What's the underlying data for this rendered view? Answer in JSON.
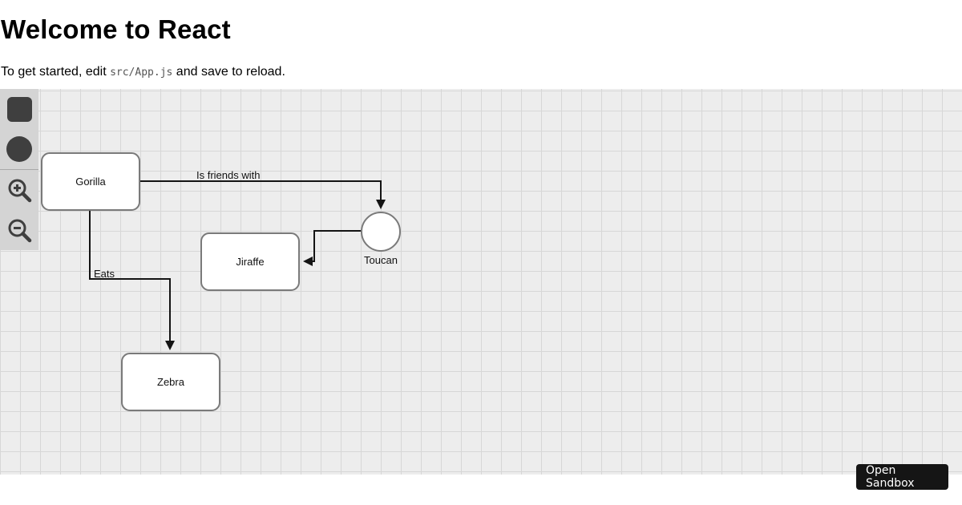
{
  "header": {
    "title": "Welcome to React",
    "intro_prefix": "To get started, edit ",
    "intro_code": "src/App.js",
    "intro_suffix": " and save to reload."
  },
  "toolbar": {
    "tools": [
      {
        "name": "rectangle-tool"
      },
      {
        "name": "circle-tool"
      },
      {
        "name": "zoom-in"
      },
      {
        "name": "zoom-out"
      }
    ]
  },
  "diagram": {
    "nodes": [
      {
        "id": "gorilla",
        "label": "Gorilla",
        "shape": "rectangle"
      },
      {
        "id": "toucan",
        "label": "Toucan",
        "shape": "circle"
      },
      {
        "id": "jiraffe",
        "label": "Jiraffe",
        "shape": "rectangle"
      },
      {
        "id": "zebra",
        "label": "Zebra",
        "shape": "rectangle"
      }
    ],
    "edges": [
      {
        "from": "gorilla",
        "to": "toucan",
        "label": "Is friends with"
      },
      {
        "from": "toucan",
        "to": "jiraffe",
        "label": ""
      },
      {
        "from": "gorilla",
        "to": "zebra",
        "label": "Eats"
      }
    ]
  },
  "open_sandbox": {
    "label": "Open Sandbox",
    "line1": "Open",
    "line2": "Sandbox"
  },
  "colors": {
    "canvas_background": "#ededed",
    "grid_line": "#d7d7d7",
    "toolbar_background": "#d4d4d4",
    "tool_icon": "#3f3f3f",
    "node_border": "#7a7a7a",
    "node_fill": "#ffffff",
    "edge": "#141414",
    "sandbox_button_background": "#151515",
    "sandbox_button_text": "#ffffff"
  }
}
